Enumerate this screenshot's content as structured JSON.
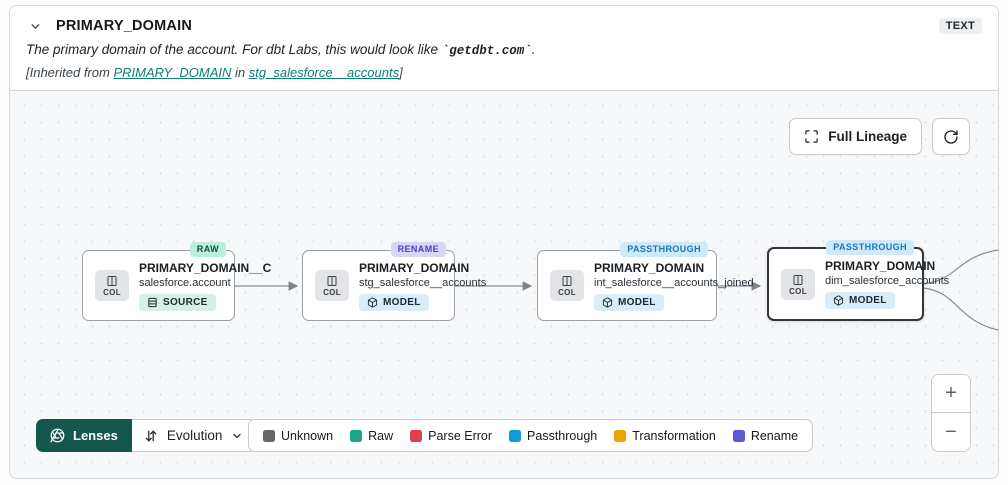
{
  "header": {
    "title": "PRIMARY_DOMAIN",
    "type_badge": "TEXT",
    "description_prefix": "The primary domain of the account. For dbt Labs, this would look like ",
    "description_code": "`getdbt.com`",
    "description_suffix": ".",
    "inherited_prefix": "[Inherited from ",
    "inherited_link_column": "PRIMARY_DOMAIN",
    "inherited_middle": " in ",
    "inherited_link_model": "stg_salesforce__accounts",
    "inherited_suffix": "]"
  },
  "canvas": {
    "toolbar": {
      "full_lineage_label": "Full Lineage"
    },
    "nodes": [
      {
        "badge": "RAW",
        "col_label": "COL",
        "title": "PRIMARY_DOMAIN__C",
        "subtitle": "salesforce.account",
        "type_label": "SOURCE"
      },
      {
        "badge": "RENAME",
        "col_label": "COL",
        "title": "PRIMARY_DOMAIN",
        "subtitle": "stg_salesforce__accounts",
        "type_label": "MODEL"
      },
      {
        "badge": "PASSTHROUGH",
        "col_label": "COL",
        "title": "PRIMARY_DOMAIN",
        "subtitle": "int_salesforce__accounts_joined",
        "type_label": "MODEL"
      },
      {
        "badge": "PASSTHROUGH",
        "col_label": "COL",
        "title": "PRIMARY_DOMAIN",
        "subtitle": "dim_salesforce_accounts",
        "type_label": "MODEL",
        "selected": true
      }
    ],
    "lenses": {
      "button_label": "Lenses",
      "selected_lens": "Evolution"
    },
    "legend": {
      "items": [
        {
          "label": "Unknown",
          "color": "#63666b"
        },
        {
          "label": "Raw",
          "color": "#1aa78e"
        },
        {
          "label": "Parse Error",
          "color": "#e03e4a"
        },
        {
          "label": "Passthrough",
          "color": "#149cd8"
        },
        {
          "label": "Transformation",
          "color": "#f0a202"
        },
        {
          "label": "Rename",
          "color": "#5b57d9"
        }
      ]
    },
    "zoom_controls": {
      "zoom_in": "+",
      "zoom_out": "−"
    }
  },
  "icons": {
    "header_collapse": "chevron-down-icon",
    "full_lineage": "expand-icon",
    "refresh": "refresh-icon",
    "column": "columns-icon",
    "source": "table-rows-icon",
    "model": "cube-icon",
    "lenses": "aperture-icon",
    "evolution": "swap-arrows-icon",
    "dropdown": "chevron-down-icon"
  },
  "colors": {
    "link_teal": "#0e8074",
    "lenses_button_bg": "#15574c",
    "badge_raw_bg": "#bceedb",
    "badge_rename_bg": "#d8d6f7",
    "badge_passthrough_bg": "#cfe9fa",
    "pill_source_bg": "#d4f1e4",
    "pill_model_bg": "#d9edf9",
    "canvas_bg": "#f7f8fa",
    "edge_stroke": "#83888f"
  }
}
